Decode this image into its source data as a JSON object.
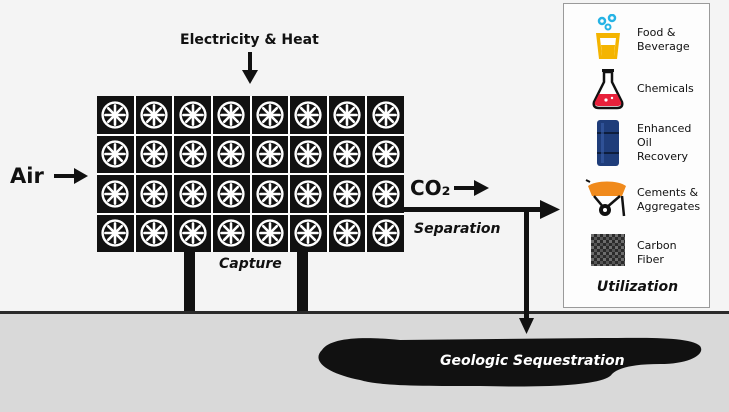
{
  "title": "Direct air capture diagram",
  "labels": {
    "energy": "Electricity & Heat",
    "air": "Air",
    "co2": "CO₂",
    "separation": "Separation",
    "capture": "Capture",
    "sequestration": "Geologic Sequestration"
  },
  "utilization": {
    "title": "Utilization",
    "items": [
      {
        "label": "Food &\nBeverage",
        "icon": "beverage-cup-icon"
      },
      {
        "label": "Chemicals",
        "icon": "chemical-flask-icon"
      },
      {
        "label": "Enhanced\nOil\nRecovery",
        "icon": "oil-barrel-icon"
      },
      {
        "label": "Cements &\nAggregates",
        "icon": "cement-wheelbarrow-icon"
      },
      {
        "label": "Carbon\nFiber",
        "icon": "carbon-fiber-icon"
      }
    ]
  },
  "colors": {
    "dark": "#111111",
    "ground": "#d9d9d9",
    "beverage": "#f4b400",
    "bubbles": "#26b3e5",
    "chemical": "#e8213b",
    "barrel": "#1f3d7a",
    "cement": "#f08a1c"
  }
}
